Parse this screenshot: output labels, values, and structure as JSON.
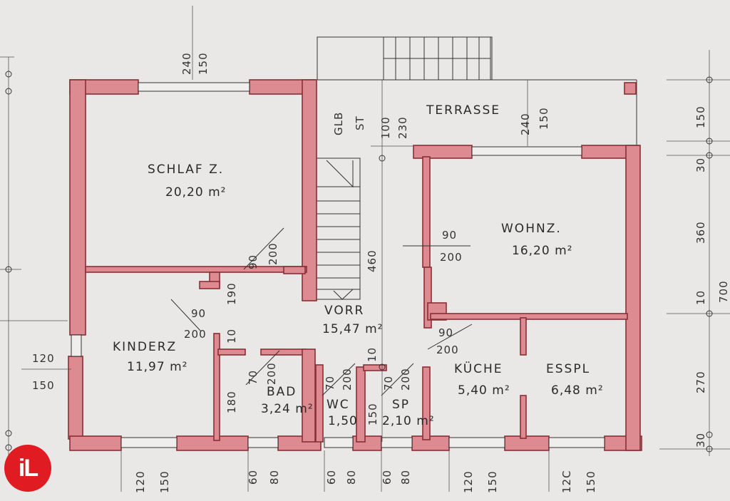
{
  "rooms": {
    "schlafz": {
      "name": "SCHLAF Z.",
      "area": "20,20 m²"
    },
    "terrasse": {
      "name": "TERRASSE"
    },
    "wohnz": {
      "name": "WOHNZ.",
      "area": "16,20 m²"
    },
    "vorr": {
      "name": "VORR",
      "area": "15,47 m²"
    },
    "kinderz": {
      "name": "KINDERZ",
      "area": "11,97 m²"
    },
    "bad": {
      "name": "BAD",
      "area": "3,24 m²"
    },
    "wc": {
      "name": "WC",
      "area": "1,50"
    },
    "sp": {
      "name": "SP",
      "area": "2,10 m²"
    },
    "kueche": {
      "name": "KÜCHE",
      "area": "5,40 m²"
    },
    "esspl": {
      "name": "ESSPL",
      "area": "6,48 m²"
    }
  },
  "labels": {
    "glb": "GLB",
    "st": "ST"
  },
  "dims": {
    "top_240": "240",
    "top_150": "150",
    "mid_100": "100",
    "mid_230": "230",
    "terr_240": "240",
    "terr_150": "150",
    "schlaf_90": "90",
    "schlaf_200": "200",
    "wohn_90": "90",
    "wohn_200": "200",
    "stair_460": "460",
    "kind_90": "90",
    "kind_200": "200",
    "corr_190": "190",
    "corr_10": "10",
    "kue_90": "90",
    "kue_200": "200",
    "bad_70": "70",
    "bad_200": "200",
    "wc_70": "70",
    "wc_200": "200",
    "sp_70": "70",
    "sp_200": "200",
    "sp_10": "10",
    "bad_180": "180",
    "sp_150": "150",
    "left_120": "120",
    "left_150": "150",
    "bot_120a": "120",
    "bot_150a": "150",
    "bot_60a": "60",
    "bot_80a": "80",
    "bot_60b": "60",
    "bot_80b": "80",
    "bot_60c": "60",
    "bot_80c": "80",
    "bot_120b": "120",
    "bot_150b": "150",
    "bot_120c": "12C",
    "bot_150c": "150",
    "right_150": "150",
    "right_30a": "30",
    "right_360": "360",
    "right_10": "10",
    "right_270": "270",
    "right_30b": "30",
    "right_700": "700"
  },
  "logo": {
    "text": "iL",
    "color": "#e11b22"
  },
  "colors": {
    "wall": "#dd8a90",
    "paper": "#e9e8e6"
  }
}
